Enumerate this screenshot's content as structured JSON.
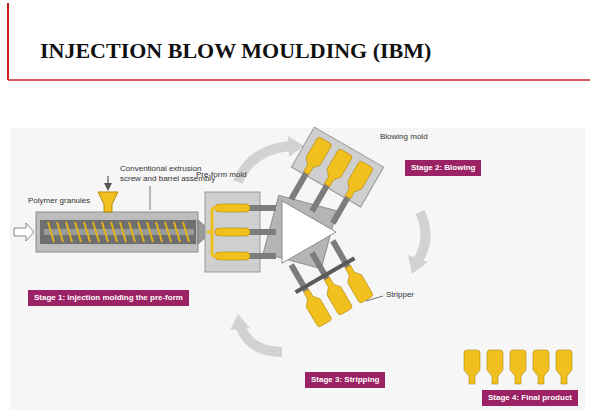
{
  "diagram": {
    "title": "INJECTION BLOW MOULDING (IBM)",
    "nodes": [
      {
        "text": [
          "Stage 1: Injection molding the pre-form"
        ]
      },
      {
        "text": [
          "Stage 2: Blowing"
        ]
      },
      {
        "text": [
          "Stage 3: Stripping"
        ]
      },
      {
        "text": [
          "Stage 4: Final product"
        ]
      }
    ],
    "labels": [
      "Conventional extrusion screw and barrel assembly",
      "Polymer granules",
      "Pre-form mold",
      "Blowing mold",
      "Stripper"
    ]
  }
}
